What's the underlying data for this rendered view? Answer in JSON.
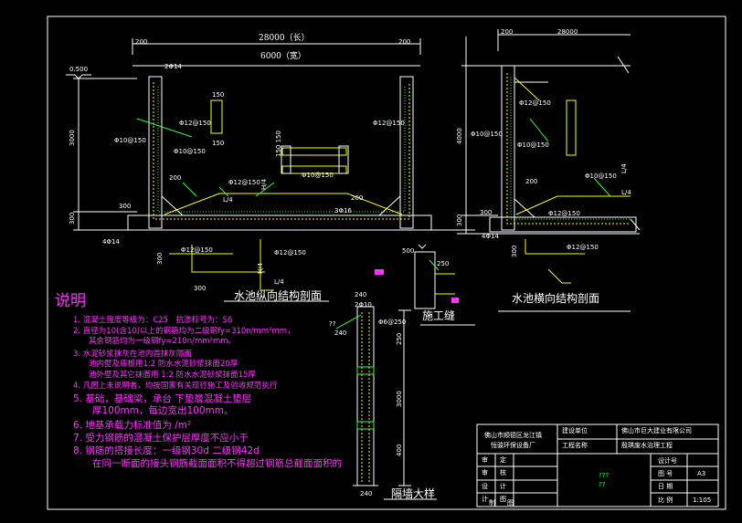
{
  "long_section": {
    "dim_top_total": "28000（长）",
    "dim_top_inner": "6000（宽）",
    "dim_top_left": "200",
    "dim_top_right": "200",
    "level_mark": "0.500",
    "dim_height": "3000",
    "dim_left_300a": "300",
    "dim_left_300b": "300",
    "rebar_2d14": "2Φ14",
    "rebar_d12_150_left": "Φ12@150",
    "rebar_d10_150_left": "Φ10@150",
    "rebar_d10_150_mid": "Φ10@150",
    "rebar_d12_150_right": "Φ12@150",
    "rebar_d10_150_mid2": "Φ10@150",
    "rebar_d12_150_mid3": "Φ12@150",
    "rebar_d12_150_bot": "Φ12@150",
    "rebar_d12_150_bot2": "Φ12@150",
    "rebar_3d16": "3Φ16",
    "rebar_4d14": "4Φ14",
    "dim_150_a": "150",
    "dim_150_b": "150",
    "dim_200_a": "200",
    "dim_200_b": "200",
    "dim_h4": "H/4",
    "dim_h4_b": "H/4",
    "dim_l4": "L/4",
    "dim_l4_b": "L/4",
    "dim_300_bot": "300",
    "dim_300_bot2": "300",
    "dim_150_150": "150 150",
    "title": "水池纵向结构剖面"
  },
  "cross_section": {
    "dim_top_left": "200",
    "dim_top_total": "28000",
    "dim_height": "4000",
    "dim_left_300a": "300",
    "dim_left_300b": "300",
    "rebar_d12_150_a": "Φ12@150",
    "rebar_d10_150_a": "Φ10@150",
    "rebar_d10_150_b": "Φ10@150",
    "rebar_d10_150_c": "Φ10@150",
    "rebar_d12_150_b": "Φ12@150",
    "rebar_d12_150_c": "Φ12@150",
    "rebar_4d14": "4Φ14",
    "dim_200": "200",
    "dim_l4_a": "L/4",
    "dim_l4_b": "L/4",
    "dim_300_bot": "300",
    "title": "水池横向结构剖面"
  },
  "construction_joint": {
    "title": "施工缝",
    "dim_500": "500",
    "dim_250": "250"
  },
  "wall_detail": {
    "title": "隔墙大样",
    "dim_top": "240",
    "rebar_top": "2Φ10",
    "rebar_side": "Φ6@250",
    "rebar_left": "??",
    "dim_240": "240",
    "dim_250": "250",
    "dim_3000": "3000",
    "dim_400": "400",
    "dim_240b": "240"
  },
  "notes": {
    "title": "说明",
    "items": [
      "1. 混凝土强度等级为：C25　抗渗标号为：S6",
      "2. 直径为10(含10)以上的钢筋均为二级钢fy=310n/mm²mm，",
      "　　其余钢筋均为一级钢fy=210n/mm²mm。",
      "3. 水泥砂浆抹灰在池内首抹灰隔面",
      "　　池内壁及底板用1:2 防水水泥砂浆抹面20厚",
      "　　池外壁及其它抹面用 1:2 防水水泥砂浆抹面15厚",
      "4. 凡图上未说明者，均按国家有关现行施工及验收规范执行",
      "5. 基础，基础梁，承台 下垫層混凝土垫层",
      "　　厚100mm，每边宽出100mm。",
      "6. 地基承载力标准值为 /m²",
      "7. 受力钢筋的混凝土保护层厚度不应小于",
      "8. 钢筋的搭接长度：一级钢30d 二级钢42d",
      "　　在同一断面的接头钢筋截面面积不得超过钢筋总截面面积的"
    ]
  },
  "title_block": {
    "client": "佛山市顺德区龙江镇\n恒骏环保设备厂",
    "design_unit_label": "建设单位",
    "design_unit_value": "佛山市巨大建业有限公司",
    "project_label": "工程名称",
    "project_value": "殷琪废水治理工程",
    "drawing_title": "???\n??",
    "row_labels": [
      "审",
      "审",
      "设",
      "计",
      "制"
    ],
    "row_labels2": [
      "定",
      "核",
      "计",
      "图",
      "图"
    ],
    "design_no_label": "设计号",
    "drawing_no_label": "图 号",
    "drawing_no_value": "A3",
    "date_label": "日 期",
    "scale_label": "比 例",
    "scale_value": "1:105"
  }
}
